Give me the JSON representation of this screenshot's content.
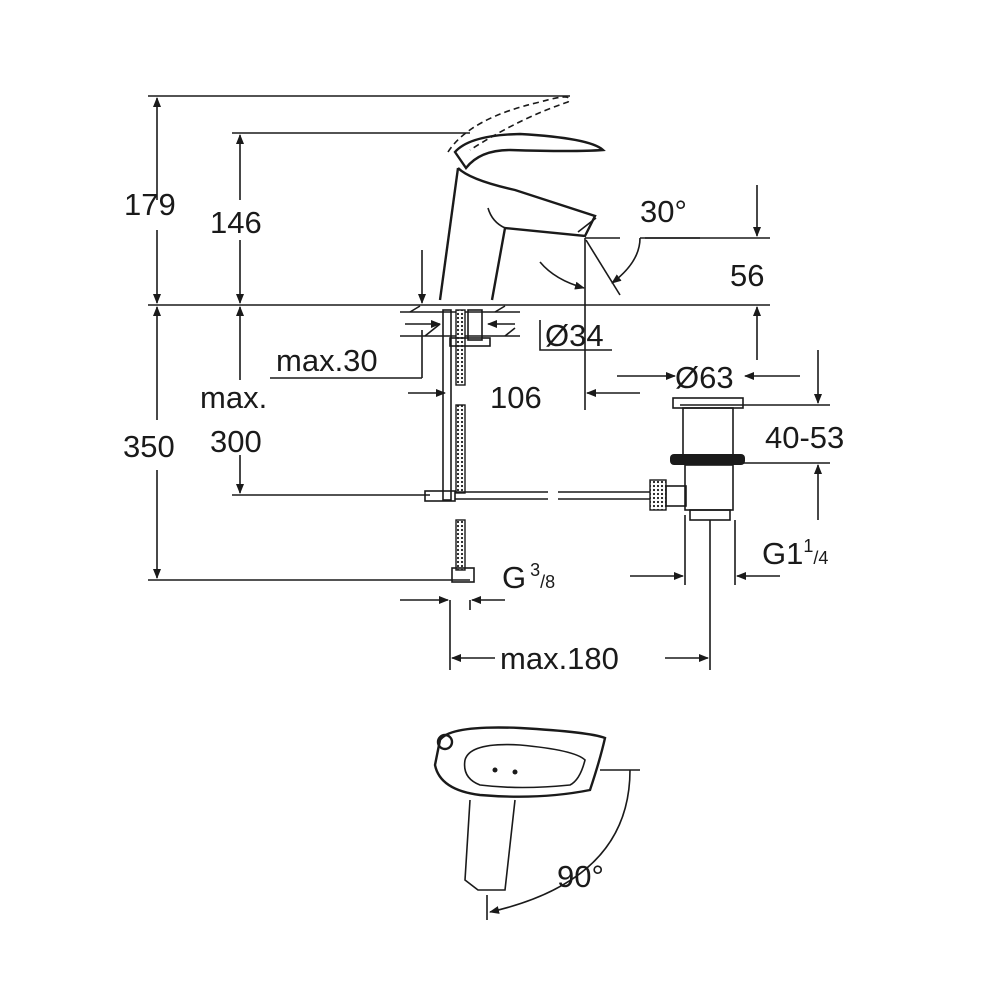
{
  "drawing": {
    "title": "Single-lever basin mixer technical drawing",
    "dimensions": {
      "total_height": "179",
      "body_height": "146",
      "spout_angle": "30°",
      "spout_height": "56",
      "hole_diameter": "Ø34",
      "max_deck_thickness": "max.30",
      "projection": "106",
      "max_label": "max.",
      "max_hose_value": "300",
      "below_deck": "350",
      "waste_diameter": "Ø63",
      "waste_range": "40-53",
      "waste_thread_main": "G1",
      "waste_thread_num": "1",
      "waste_thread_den": "4",
      "supply_thread_main": "G",
      "supply_thread_num": "3",
      "supply_thread_den": "8",
      "pop_up_rod": "max.180",
      "lever_rotation": "90°"
    }
  }
}
